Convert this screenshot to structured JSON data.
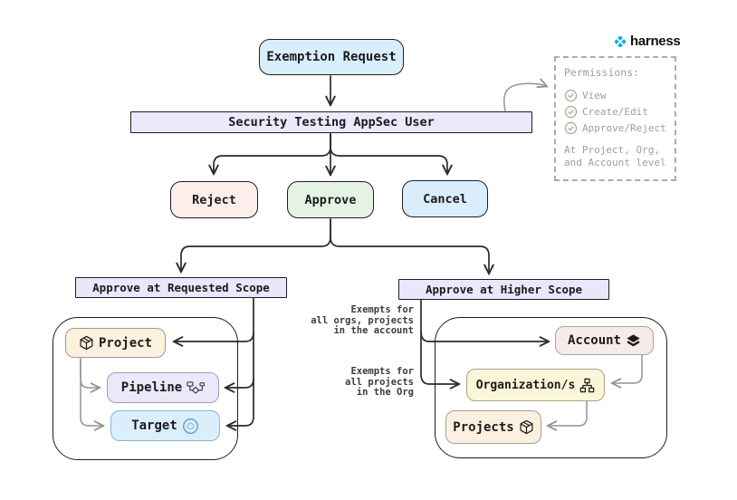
{
  "diagram": {
    "nodes": {
      "exemption_request": "Exemption Request",
      "appsec_user": "Security Testing AppSec User",
      "reject": "Reject",
      "approve": "Approve",
      "cancel": "Cancel",
      "requested_scope": "Approve at Requested Scope",
      "higher_scope": "Approve at Higher Scope",
      "project": "Project",
      "pipeline": "Pipeline",
      "target": "Target",
      "account": "Account",
      "organizations": "Organization/s",
      "projects": "Projects"
    },
    "annotations": {
      "account_note": {
        "lines": [
          "Exempts for",
          "all orgs, projects",
          "in the account"
        ]
      },
      "org_note": {
        "lines": [
          "Exempts for",
          "all projects",
          "in the Org"
        ]
      }
    },
    "colors": {
      "blue_node": "#d9eefb",
      "lavender_node": "#ebe9fb",
      "pink_node": "#fdeeec",
      "green_node": "#e4f3e4",
      "cream_node": "#fbf1de",
      "yellow_node": "#fbf6d8",
      "rose_node": "#f6ebe9",
      "dark_arrow": "#2b2b2b",
      "gray_arrow": "#949494"
    }
  },
  "permissions_panel": {
    "title": "Permissions:",
    "items": [
      {
        "icon": "check-circle",
        "label": "View"
      },
      {
        "icon": "check-circle",
        "label": "Create/Edit"
      },
      {
        "icon": "check-circle",
        "label": "Approve/Reject"
      }
    ],
    "footer_line1": "At Project, Org,",
    "footer_line2": "and Account level"
  },
  "logo": {
    "text": "harness",
    "brand_color": "#00ade4"
  }
}
